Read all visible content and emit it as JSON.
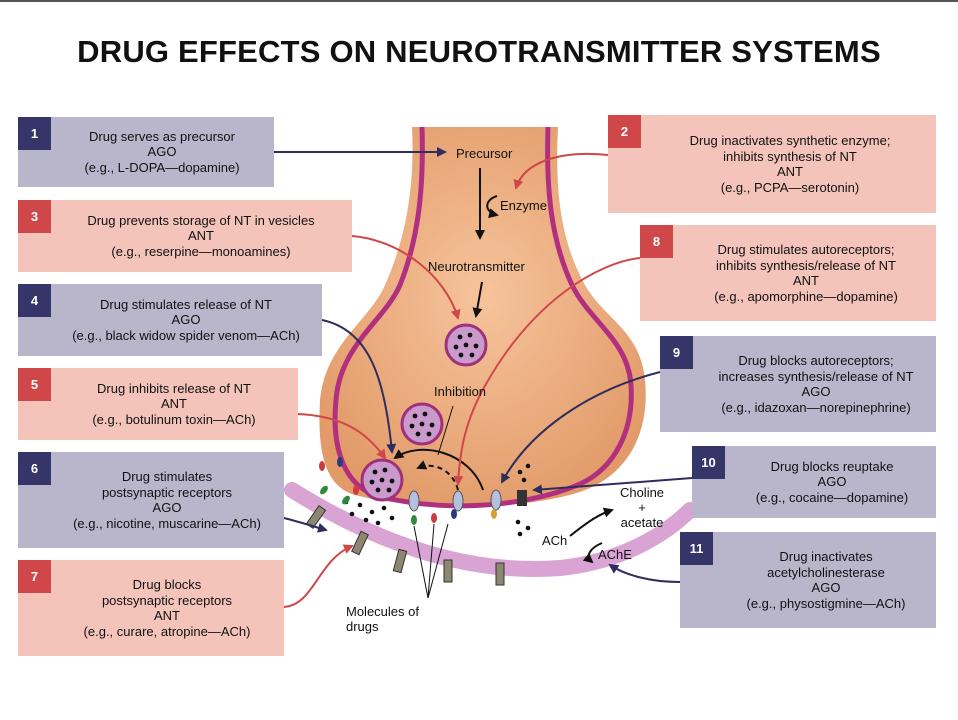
{
  "title": "DRUG EFFECTS ON NEUROTRANSMITTER SYSTEMS",
  "colors": {
    "ago_box": "#b9b6cc",
    "ant_box": "#f4c4bb",
    "ago_num": "#36356a",
    "ant_num": "#d0474a",
    "terminal": "#e9a679",
    "membrane": "#b0307f"
  },
  "boxes": [
    {
      "num": "1",
      "type": "AGO",
      "lines": [
        "Drug serves as precursor",
        "AGO",
        "(e.g., L-DOPA—dopamine)"
      ]
    },
    {
      "num": "2",
      "type": "ANT",
      "lines": [
        "Drug inactivates synthetic enzyme;",
        "inhibits synthesis of NT",
        "ANT",
        "(e.g., PCPA—serotonin)"
      ]
    },
    {
      "num": "3",
      "type": "ANT",
      "lines": [
        "Drug prevents storage of NT in vesicles",
        "ANT",
        "(e.g., reserpine—monoamines)"
      ]
    },
    {
      "num": "4",
      "type": "AGO",
      "lines": [
        "Drug stimulates release of NT",
        "AGO",
        "(e.g., black widow spider venom—ACh)"
      ]
    },
    {
      "num": "5",
      "type": "ANT",
      "lines": [
        "Drug inhibits release of NT",
        "ANT",
        "(e.g., botulinum toxin—ACh)"
      ]
    },
    {
      "num": "6",
      "type": "AGO",
      "lines": [
        "Drug stimulates",
        "postsynaptic receptors",
        "AGO",
        "(e.g., nicotine, muscarine—ACh)"
      ]
    },
    {
      "num": "7",
      "type": "ANT",
      "lines": [
        "Drug blocks",
        "postsynaptic receptors",
        "ANT",
        "(e.g., curare, atropine—ACh)"
      ]
    },
    {
      "num": "8",
      "type": "ANT",
      "lines": [
        "Drug stimulates autoreceptors;",
        "inhibits synthesis/release of NT",
        "ANT",
        "(e.g., apomorphine—dopamine)"
      ]
    },
    {
      "num": "9",
      "type": "AGO",
      "lines": [
        "Drug blocks autoreceptors;",
        "increases synthesis/release of NT",
        "AGO",
        "(e.g., idazoxan—norepinephrine)"
      ]
    },
    {
      "num": "10",
      "type": "AGO",
      "lines": [
        "Drug blocks reuptake",
        "AGO",
        "(e.g., cocaine—dopamine)"
      ]
    },
    {
      "num": "11",
      "type": "AGO",
      "lines": [
        "Drug inactivates",
        "acetylcholinesterase",
        "AGO",
        "(e.g., physostigmine—ACh)"
      ]
    }
  ],
  "labels": {
    "precursor": "Precursor",
    "enzyme": "Enzyme",
    "neurotransmitter": "Neurotransmitter",
    "inhibition": "Inhibition",
    "choline": "Choline",
    "plus": "+",
    "acetate": "acetate",
    "ach": "ACh",
    "ache": "AChE",
    "molecules_line1": "Molecules of",
    "molecules_line2": "drugs"
  }
}
